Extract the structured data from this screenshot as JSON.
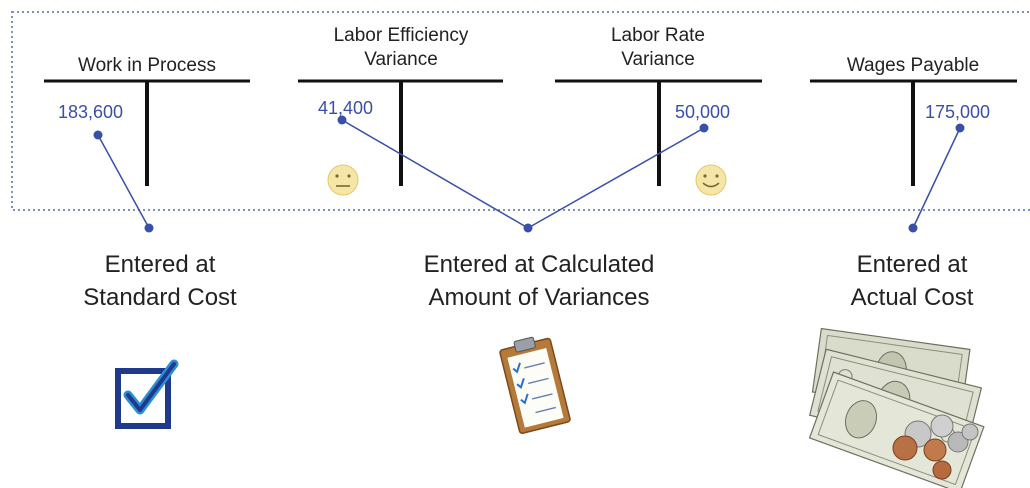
{
  "accounts": [
    {
      "title_line1": "Work in Process",
      "title_line2": "",
      "amount": "183,600",
      "mood": ""
    },
    {
      "title_line1": "Labor Efficiency",
      "title_line2": "Variance",
      "amount": "41,400",
      "mood": "neutral-face-icon"
    },
    {
      "title_line1": "Labor Rate",
      "title_line2": "Variance",
      "amount": "50,000",
      "mood": "smiley-face-icon"
    },
    {
      "title_line1": "Wages Payable",
      "title_line2": "",
      "amount": "175,000",
      "mood": ""
    }
  ],
  "captions": {
    "standard": {
      "line1": "Entered at",
      "line2": "Standard Cost"
    },
    "variances": {
      "line1": "Entered at Calculated",
      "line2": "Amount of Variances"
    },
    "actual": {
      "line1": "Entered at",
      "line2": "Actual Cost"
    }
  },
  "icons": {
    "standard": "checkbox-check-icon",
    "variances": "clipboard-checklist-icon",
    "actual": "money-bills-coins-icon"
  },
  "colors": {
    "accent": "#3a4fa8",
    "border_dotted": "#7f8fbf",
    "t_account": "#111111"
  }
}
